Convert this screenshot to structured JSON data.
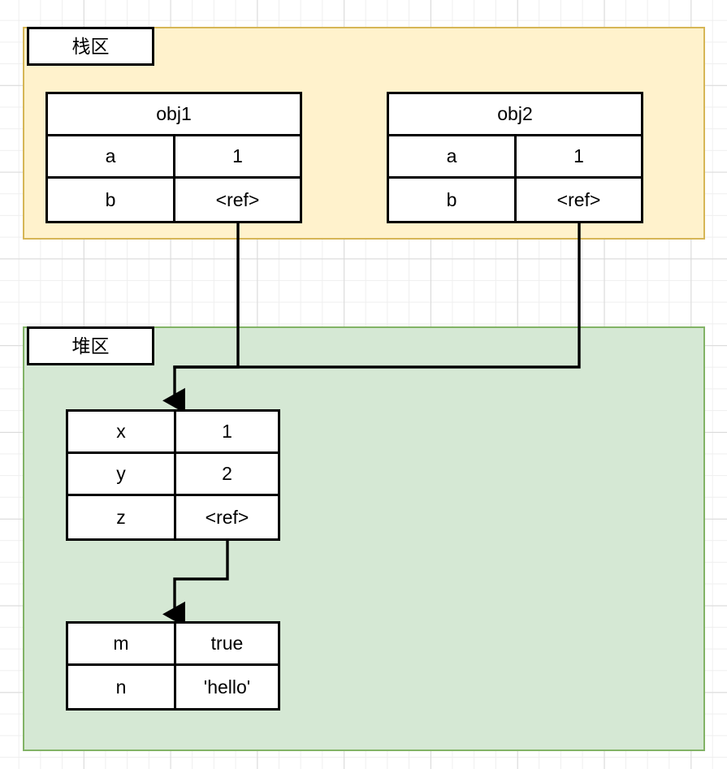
{
  "diagram": {
    "title": "JavaScript stack and heap memory reference diagram",
    "colors": {
      "stack_fill": "#FFF2CC",
      "stack_border": "#D6B656",
      "heap_fill": "#D5E8D4",
      "heap_border": "#82B366",
      "table_border": "#000000",
      "table_fill": "#FFFFFF",
      "connector": "#000000",
      "grid_minor": "#EFEFEF",
      "grid_major": "#D9D9D9"
    }
  },
  "stack_region": {
    "label": "栈区",
    "tables": [
      {
        "name": "obj1",
        "title": "obj1",
        "rows": [
          {
            "key": "a",
            "value": "1"
          },
          {
            "key": "b",
            "value": "<ref>"
          }
        ]
      },
      {
        "name": "obj2",
        "title": "obj2",
        "rows": [
          {
            "key": "a",
            "value": "1"
          },
          {
            "key": "b",
            "value": "<ref>"
          }
        ]
      }
    ]
  },
  "heap_region": {
    "label": "堆区",
    "tables": [
      {
        "name": "heap-object-xyz",
        "rows": [
          {
            "key": "x",
            "value": "1"
          },
          {
            "key": "y",
            "value": "2"
          },
          {
            "key": "z",
            "value": "<ref>"
          }
        ]
      },
      {
        "name": "heap-object-mn",
        "rows": [
          {
            "key": "m",
            "value": "true"
          },
          {
            "key": "n",
            "value": "'hello'"
          }
        ]
      }
    ]
  },
  "connectors": [
    {
      "name": "obj1-b-to-heap-object-xyz",
      "from": "obj1.b <ref>",
      "to": "heap-object-xyz",
      "arrowhead": true
    },
    {
      "name": "obj2-b-to-heap-object-xyz",
      "from": "obj2.b <ref>",
      "to": "heap-object-xyz",
      "arrowhead": true
    },
    {
      "name": "heap-object-xyz-z-to-heap-object-mn",
      "from": "heap-object-xyz.z <ref>",
      "to": "heap-object-mn",
      "arrowhead": true
    }
  ]
}
